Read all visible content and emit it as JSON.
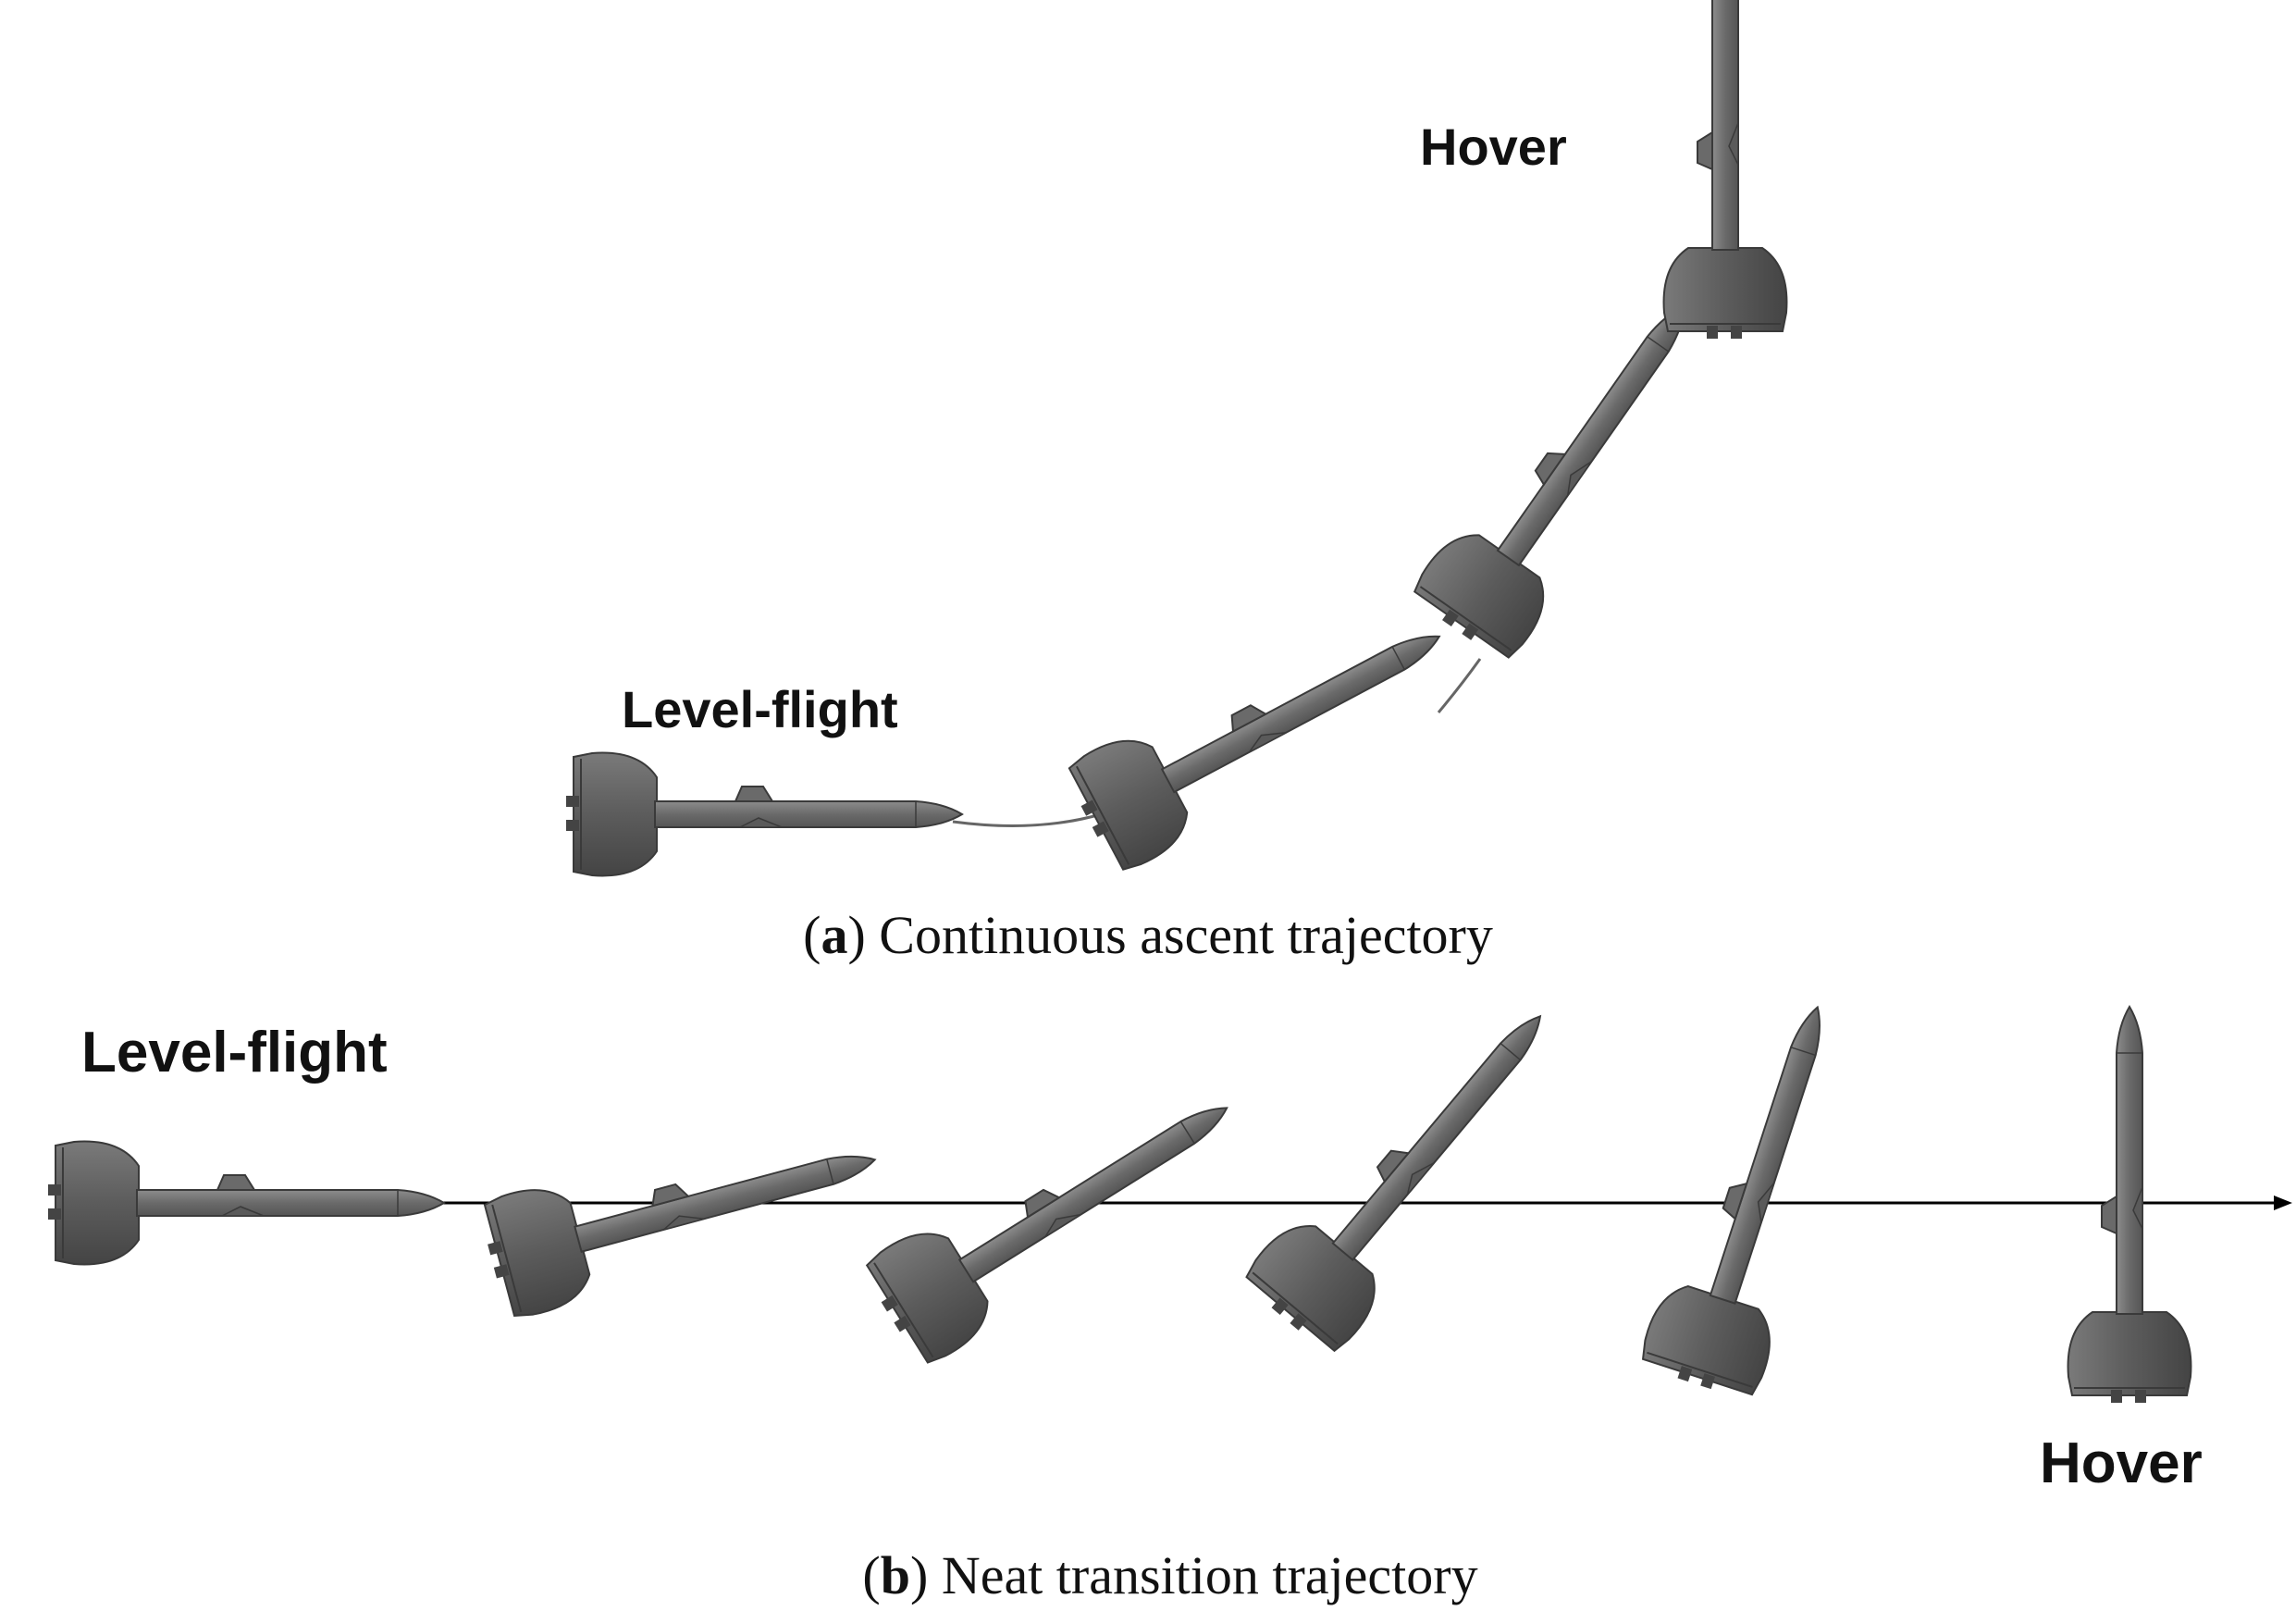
{
  "panel_a": {
    "label_hover": "Hover",
    "label_level": "Level-flight",
    "caption_letter": "a",
    "caption_text": " Continuous ascent trajectory"
  },
  "panel_b": {
    "label_level": "Level-flight",
    "label_hover": "Hover",
    "caption_letter": "b",
    "caption_text": " Neat transition trajectory"
  },
  "colors": {
    "body": "#6e6e6e",
    "body_dark": "#4a4a4a",
    "body_light": "#8a8a8a",
    "line": "#000000"
  }
}
